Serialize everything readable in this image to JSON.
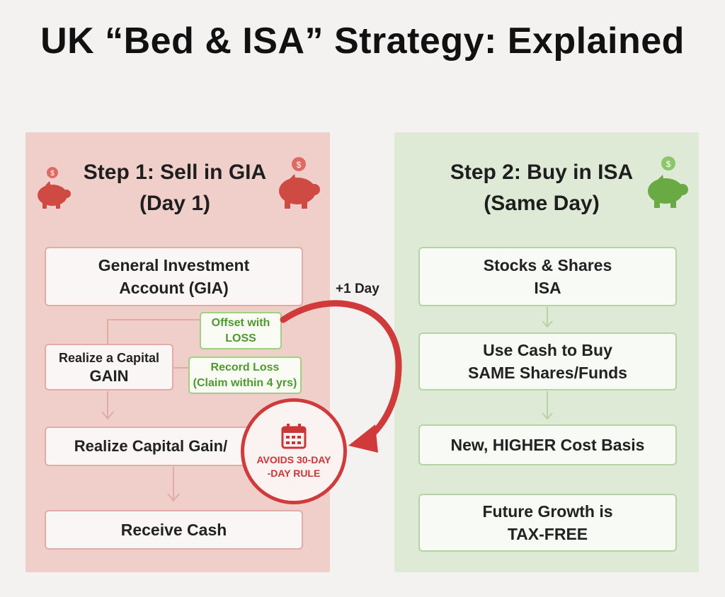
{
  "title": "UK “Bed & ISA” Strategy: Explained",
  "colors": {
    "left_panel": "#f0cfcb",
    "right_panel": "#dfead6",
    "red_accent": "#d13a3a",
    "green_accent": "#6aaa45"
  },
  "step1": {
    "title_line1": "Step 1: Sell in GIA",
    "title_line2": "(Day 1)",
    "icons": [
      "piggy-bank-icon",
      "piggy-bank-icon"
    ],
    "boxes": {
      "gia_line1": "General Investment",
      "gia_line2": "Account (GIA)",
      "gain_line1": "Realize a Capital",
      "gain_line2": "GAIN",
      "capital_gain": "Realize Capital Gain/",
      "receive_cash": "Receive Cash"
    },
    "notes": {
      "offset_line1": "Offset with",
      "offset_line2": "LOSS",
      "record_line1": "Record Loss",
      "record_line2": "(Claim within 4 yrs)"
    }
  },
  "connector": {
    "label": "+1 Day",
    "badge_line1": "AVOIDS 30-DAY",
    "badge_line2": "-DAY RULE",
    "badge_icon": "calendar-icon"
  },
  "step2": {
    "title_line1": "Step 2: Buy in ISA",
    "title_line2": "(Same Day)",
    "icons": [
      "piggy-bank-icon"
    ],
    "boxes": {
      "isa_line1": "Stocks & Shares",
      "isa_line2": "ISA",
      "buy_line1": "Use Cash to Buy",
      "buy_line2": "SAME Shares/Funds",
      "cost_basis": "New, HIGHER Cost Basis",
      "growth_line1": "Future Growth is",
      "growth_line2": "TAX-FREE"
    }
  }
}
